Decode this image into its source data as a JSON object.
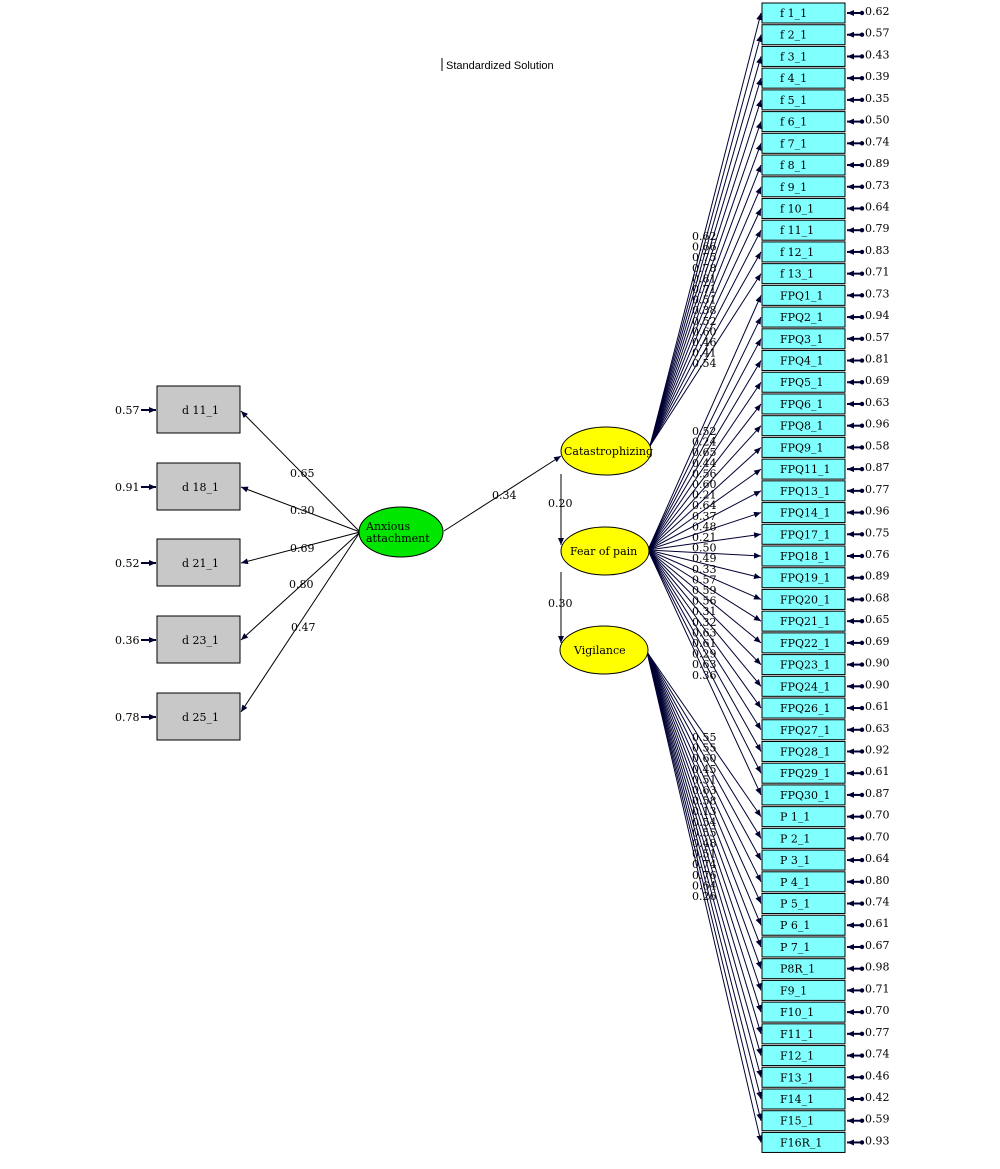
{
  "title": "Standardized Solution",
  "colors": {
    "observed_fill": "#80ffff",
    "observed_left_fill": "#c8c8c8",
    "exogenous_latent": "#00e600",
    "endogenous_latent": "#ffff00",
    "arrow": "#000033"
  },
  "latent": {
    "anxious": {
      "label_line1": "Anxious",
      "label_line2": "attachment"
    },
    "catastrophizing": {
      "label": "Catastrophizing"
    },
    "fear": {
      "label": "Fear of pain"
    },
    "vigilance": {
      "label": "Vigilance"
    }
  },
  "left_indicators": [
    {
      "name": "d 11_1",
      "loading": "0.65",
      "error": "0.57"
    },
    {
      "name": "d 18_1",
      "loading": "0.30",
      "error": "0.91"
    },
    {
      "name": "d 21_1",
      "loading": "0.69",
      "error": "0.52"
    },
    {
      "name": "d 23_1",
      "loading": "0.80",
      "error": "0.36"
    },
    {
      "name": "d 25_1",
      "loading": "0.47",
      "error": "0.78"
    }
  ],
  "structural": {
    "anxious_to_catastrophizing": "0.34",
    "catastrophizing_to_fear": "0.20",
    "fear_to_vigilance": "0.30"
  },
  "groups": [
    {
      "factor": "catastrophizing",
      "loadings": [
        "0.62",
        "0.66",
        "0.75",
        "0.78",
        "0.81",
        "0.71",
        "0.51",
        "0.38",
        "0.52",
        "0.60",
        "0.46",
        "0.41",
        "0.54"
      ],
      "indicators": [
        {
          "name": "f 1_1",
          "error": "0.62"
        },
        {
          "name": "f 2_1",
          "error": "0.57"
        },
        {
          "name": "f 3_1",
          "error": "0.43"
        },
        {
          "name": "f 4_1",
          "error": "0.39"
        },
        {
          "name": "f 5_1",
          "error": "0.35"
        },
        {
          "name": "f 6_1",
          "error": "0.50"
        },
        {
          "name": "f 7_1",
          "error": "0.74"
        },
        {
          "name": "f 8_1",
          "error": "0.89"
        },
        {
          "name": "f 9_1",
          "error": "0.73"
        },
        {
          "name": "f 10_1",
          "error": "0.64"
        },
        {
          "name": "f 11_1",
          "error": "0.79"
        },
        {
          "name": "f 12_1",
          "error": "0.83"
        },
        {
          "name": "f 13_1",
          "error": "0.71"
        }
      ]
    },
    {
      "factor": "fear",
      "loadings": [
        "0.52",
        "0.24",
        "0.65",
        "0.44",
        "0.56",
        "0.60",
        "0.21",
        "0.64",
        "0.37",
        "0.48",
        "0.21",
        "0.50",
        "0.49",
        "0.33",
        "0.57",
        "0.59",
        "0.56",
        "0.31",
        "0.32",
        "0.63",
        "0.61",
        "0.29",
        "0.63",
        "0.36"
      ],
      "indicators": [
        {
          "name": "FPQ1_1",
          "error": "0.73"
        },
        {
          "name": "FPQ2_1",
          "error": "0.94"
        },
        {
          "name": "FPQ3_1",
          "error": "0.57"
        },
        {
          "name": "FPQ4_1",
          "error": "0.81"
        },
        {
          "name": "FPQ5_1",
          "error": "0.69"
        },
        {
          "name": "FPQ6_1",
          "error": "0.63"
        },
        {
          "name": "FPQ8_1",
          "error": "0.96"
        },
        {
          "name": "FPQ9_1",
          "error": "0.58"
        },
        {
          "name": "FPQ11_1",
          "error": "0.87"
        },
        {
          "name": "FPQ13_1",
          "error": "0.77"
        },
        {
          "name": "FPQ14_1",
          "error": "0.96"
        },
        {
          "name": "FPQ17_1",
          "error": "0.75"
        },
        {
          "name": "FPQ18_1",
          "error": "0.76"
        },
        {
          "name": "FPQ19_1",
          "error": "0.89"
        },
        {
          "name": "FPQ20_1",
          "error": "0.68"
        },
        {
          "name": "FPQ21_1",
          "error": "0.65"
        },
        {
          "name": "FPQ22_1",
          "error": "0.69"
        },
        {
          "name": "FPQ23_1",
          "error": "0.90"
        },
        {
          "name": "FPQ24_1",
          "error": "0.90"
        },
        {
          "name": "FPQ26_1",
          "error": "0.61"
        },
        {
          "name": "FPQ27_1",
          "error": "0.63"
        },
        {
          "name": "FPQ28_1",
          "error": "0.92"
        },
        {
          "name": "FPQ29_1",
          "error": "0.61"
        },
        {
          "name": "FPQ30_1",
          "error": "0.87"
        }
      ]
    },
    {
      "factor": "vigilance",
      "loadings": [
        "0.55",
        "0.55",
        "0.60",
        "0.45",
        "0.51",
        "0.63",
        "0.58",
        "0.13",
        "0.54",
        "0.55",
        "0.48",
        "0.51",
        "0.74",
        "0.76",
        "0.64",
        "0.26"
      ],
      "indicators": [
        {
          "name": "P 1_1",
          "error": "0.70"
        },
        {
          "name": "P 2_1",
          "error": "0.70"
        },
        {
          "name": "P 3_1",
          "error": "0.64"
        },
        {
          "name": "P 4_1",
          "error": "0.80"
        },
        {
          "name": "P 5_1",
          "error": "0.74"
        },
        {
          "name": "P 6_1",
          "error": "0.61"
        },
        {
          "name": "P 7_1",
          "error": "0.67"
        },
        {
          "name": "P8R_1",
          "error": "0.98"
        },
        {
          "name": "F9_1",
          "error": "0.71"
        },
        {
          "name": "F10_1",
          "error": "0.70"
        },
        {
          "name": "F11_1",
          "error": "0.77"
        },
        {
          "name": "F12_1",
          "error": "0.74"
        },
        {
          "name": "F13_1",
          "error": "0.46"
        },
        {
          "name": "F14_1",
          "error": "0.42"
        },
        {
          "name": "F15_1",
          "error": "0.59"
        },
        {
          "name": "F16R_1",
          "error": "0.93"
        }
      ]
    }
  ]
}
